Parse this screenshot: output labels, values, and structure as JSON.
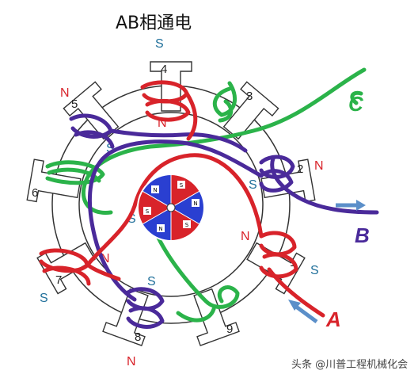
{
  "title": "AB相通电",
  "colors": {
    "coil_red": "#d8232a",
    "coil_purple": "#4a2a9a",
    "coil_green": "#2bb34a",
    "pole_blue": "#1f6f9a",
    "pole_red": "#d8232a",
    "rotor_red": "#d8232a",
    "rotor_blue": "#2a3fd1",
    "arrow": "#5b8fc9"
  },
  "stator_slots": [
    {
      "number": "4",
      "pole": "S"
    },
    {
      "number": "3",
      "pole": ""
    },
    {
      "number": "2",
      "pole": "N"
    },
    {
      "number": "1",
      "pole": "S"
    },
    {
      "number": "9",
      "pole": ""
    },
    {
      "number": "8",
      "pole": "N"
    },
    {
      "number": "7",
      "pole": "S"
    },
    {
      "number": "6",
      "pole": ""
    },
    {
      "number": "5",
      "pole": "N"
    }
  ],
  "inner_pole_labels": [
    "N",
    "S",
    "S",
    "N",
    "S",
    "N",
    "S"
  ],
  "rotor_labels": [
    "S",
    "N",
    "S",
    "N",
    "S",
    "N"
  ],
  "terminals": [
    "A",
    "B",
    "C"
  ],
  "watermark": "头条 @川普工程机械化会"
}
